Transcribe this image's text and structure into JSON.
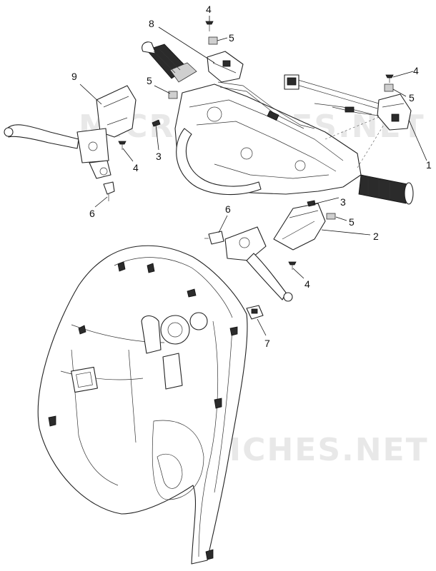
{
  "watermarks": [
    "MICROFICHES.NET",
    "MICROFICHES.NET"
  ],
  "callouts": [
    {
      "id": "c1",
      "text": "1"
    },
    {
      "id": "c2",
      "text": "2"
    },
    {
      "id": "c3a",
      "text": "3"
    },
    {
      "id": "c3b",
      "text": "3"
    },
    {
      "id": "c4a",
      "text": "4"
    },
    {
      "id": "c4b",
      "text": "4"
    },
    {
      "id": "c4c",
      "text": "4"
    },
    {
      "id": "c4d",
      "text": "4"
    },
    {
      "id": "c5a",
      "text": "5"
    },
    {
      "id": "c5b",
      "text": "5"
    },
    {
      "id": "c5c",
      "text": "5"
    },
    {
      "id": "c5d",
      "text": "5"
    },
    {
      "id": "c6a",
      "text": "6"
    },
    {
      "id": "c6b",
      "text": "6"
    },
    {
      "id": "c7",
      "text": "7"
    },
    {
      "id": "c8",
      "text": "8"
    },
    {
      "id": "c9",
      "text": "9"
    }
  ]
}
